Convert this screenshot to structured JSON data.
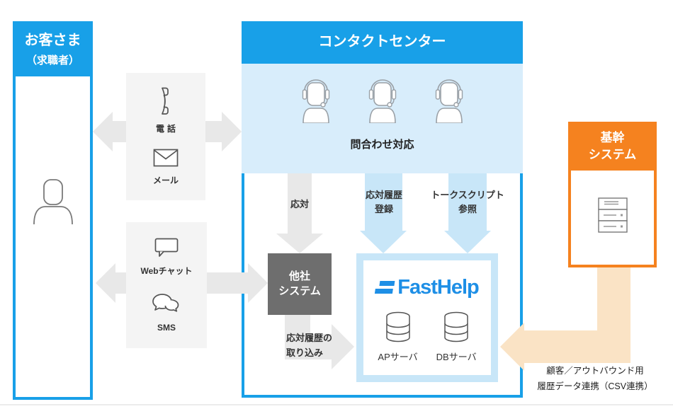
{
  "colors": {
    "accent_blue": "#18A0E8",
    "light_blue_bg": "#D8EDFB",
    "arrow_blue": "#C8E6F8",
    "arrow_gray": "#E8E8E8",
    "panel_gray": "#F4F4F4",
    "dark_gray": "#6E6E6E",
    "orange": "#F5821F",
    "peach": "#FAE3C5",
    "logo_blue": "#1E8FE6"
  },
  "customer": {
    "title": "お客さま",
    "subtitle": "（求職者）"
  },
  "channels_top": {
    "items": [
      {
        "icon": "phone-icon",
        "label": "電話"
      },
      {
        "icon": "mail-icon",
        "label": "メール"
      }
    ]
  },
  "channels_bottom": {
    "items": [
      {
        "icon": "web-chat-icon",
        "label": "Webチャット"
      },
      {
        "icon": "sms-icon",
        "label": "SMS"
      }
    ]
  },
  "contact_center": {
    "title": "コンタクトセンター",
    "inquiry_label": "問合わせ対応"
  },
  "arrows": {
    "response": "応対",
    "history_reg_line1": "応対履歴",
    "history_reg_line2": "登録",
    "script_line1": "トークスクリプト",
    "script_line2": "参照",
    "import_line1": "応対履歴の",
    "import_line2": "取り込み"
  },
  "other_system": {
    "line1": "他社",
    "line2": "システム"
  },
  "fasthelp": {
    "logo_text": "FastHelp",
    "servers": [
      {
        "label": "APサーバ"
      },
      {
        "label": "DBサーバ"
      }
    ]
  },
  "core_system": {
    "line1": "基幹",
    "line2": "システム"
  },
  "csv_note": {
    "line1": "顧客／アウトバウンド用",
    "line2": "履歴データ連携（CSV連携）"
  }
}
